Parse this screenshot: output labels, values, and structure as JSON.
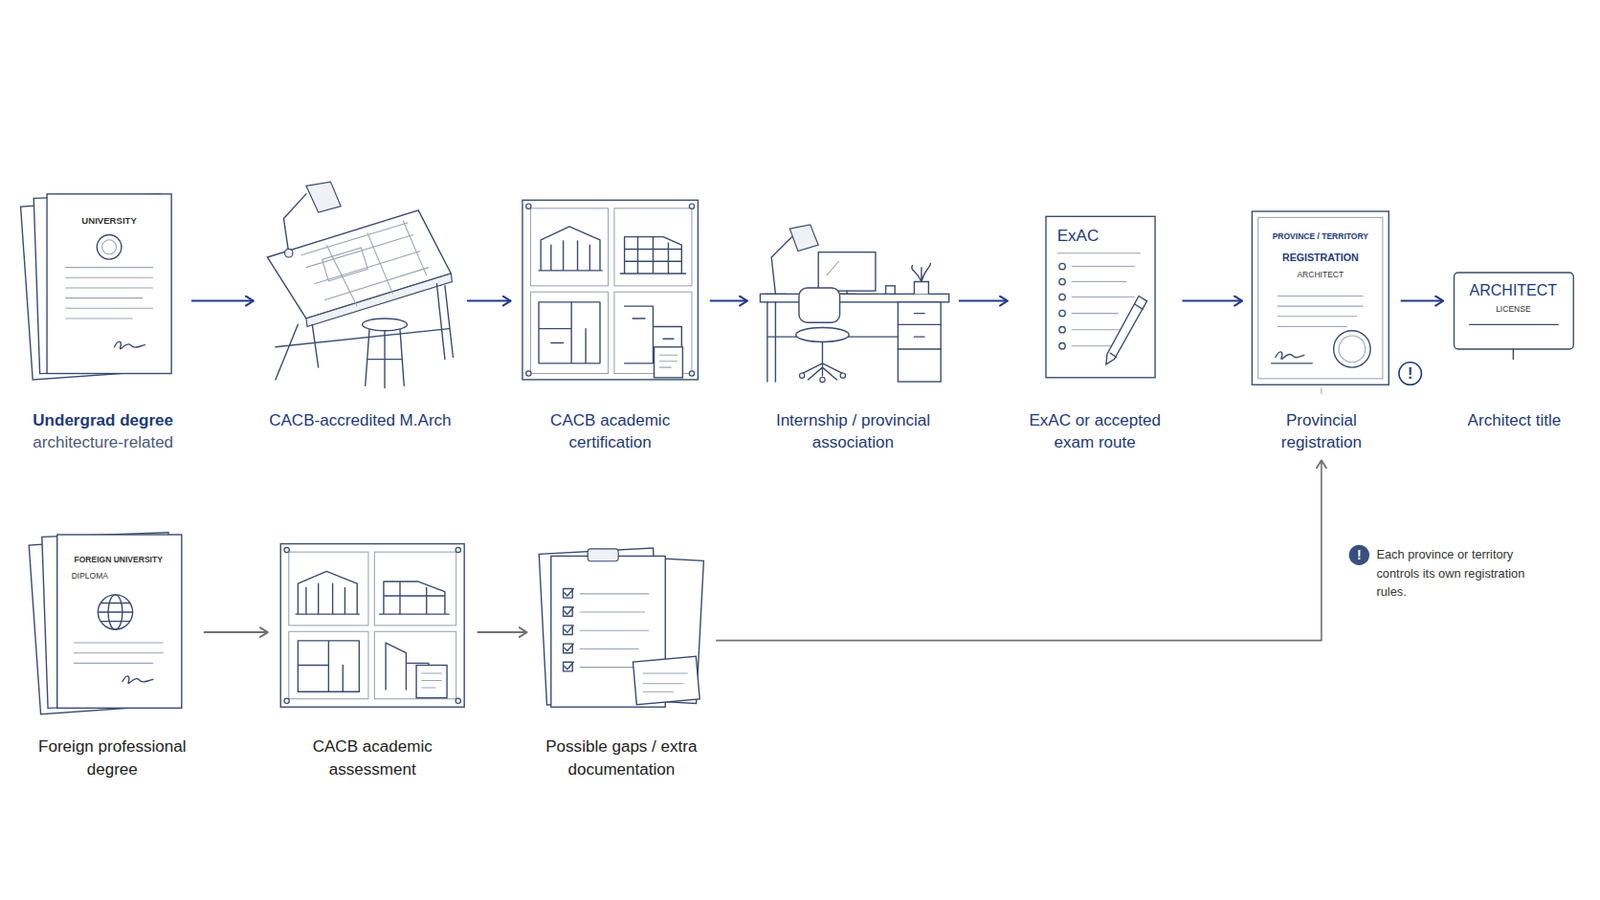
{
  "diagram": {
    "nodes": [
      {
        "text": [
          "Undergrad degree",
          "architecture-related"
        ]
      },
      {
        "text": [
          "CACB-accredited M.Arch"
        ]
      },
      {
        "text": [
          "CACB academic certification"
        ]
      },
      {
        "text": [
          "Internship / provincial association"
        ]
      },
      {
        "text": [
          "ExAC or accepted exam route"
        ]
      },
      {
        "text": [
          "Provincial registration"
        ]
      },
      {
        "text": [
          "Architect title"
        ]
      },
      {
        "text": [
          "Foreign professional degree"
        ]
      },
      {
        "text": [
          "CACB academic assessment"
        ]
      },
      {
        "text": [
          "Possible gaps / extra documentation"
        ]
      }
    ],
    "edges": [
      {
        "from": 0,
        "to": 1,
        "arrow": "to"
      },
      {
        "from": 1,
        "to": 2,
        "arrow": "to"
      },
      {
        "from": 2,
        "to": 3,
        "arrow": "to"
      },
      {
        "from": 3,
        "to": 4,
        "arrow": "to"
      },
      {
        "from": 4,
        "to": 5,
        "arrow": "to"
      },
      {
        "from": 5,
        "to": 6,
        "arrow": "to"
      },
      {
        "from": 7,
        "to": 8,
        "arrow": "to"
      },
      {
        "from": 8,
        "to": 9,
        "arrow": "to"
      },
      {
        "from": 9,
        "to": 5,
        "arrow": "to"
      }
    ],
    "labels": [
      "UNIVERSITY",
      "ExAC",
      "PROVINCE / TERRITORY",
      "REGISTRATION",
      "ARCHITECT",
      "!",
      "ARCHITECT",
      "LICENSE",
      "FOREIGN UNIVERSITY",
      "DIPLOMA",
      "!",
      "Each province or territory controls its own registration rules."
    ]
  }
}
